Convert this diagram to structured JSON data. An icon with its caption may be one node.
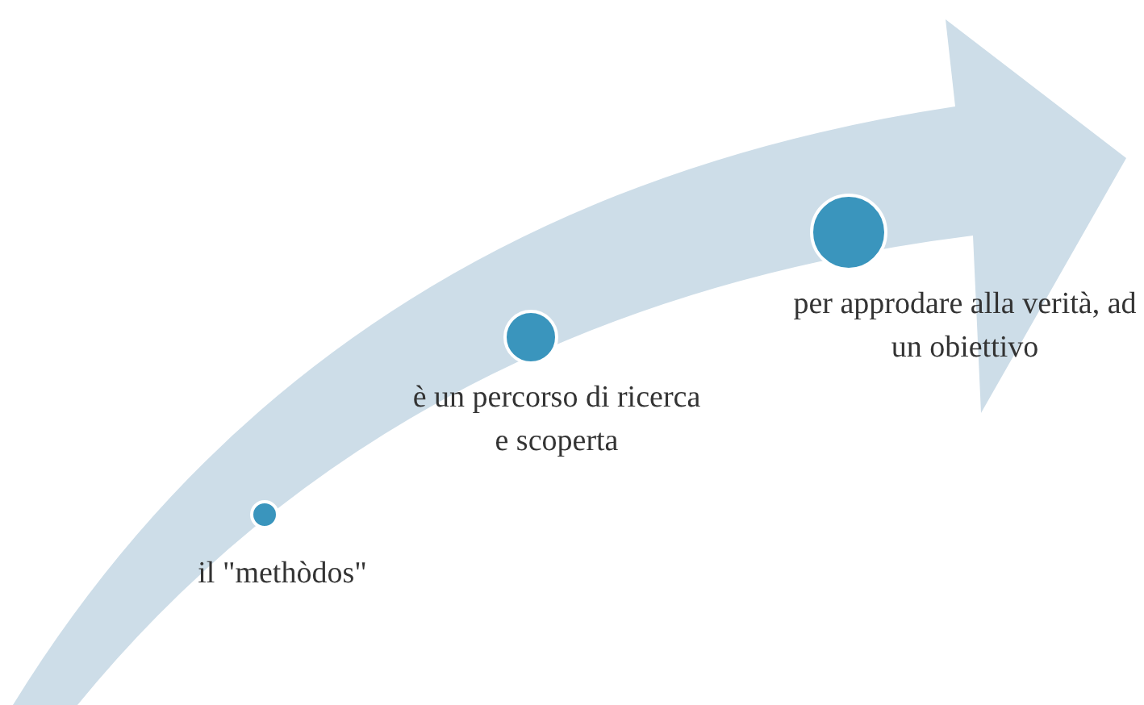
{
  "diagram": {
    "nodes": [
      {
        "text": [],
        "shape": "circle",
        "beside": [
          "il \"methòdos\""
        ]
      },
      {
        "text": [],
        "shape": "circle",
        "beside": [
          "è un percorso di ricerca e scoperta"
        ]
      },
      {
        "text": [],
        "shape": "circle",
        "beside": [
          "per approdare alla verità, ad un obiettivo"
        ]
      }
    ]
  }
}
